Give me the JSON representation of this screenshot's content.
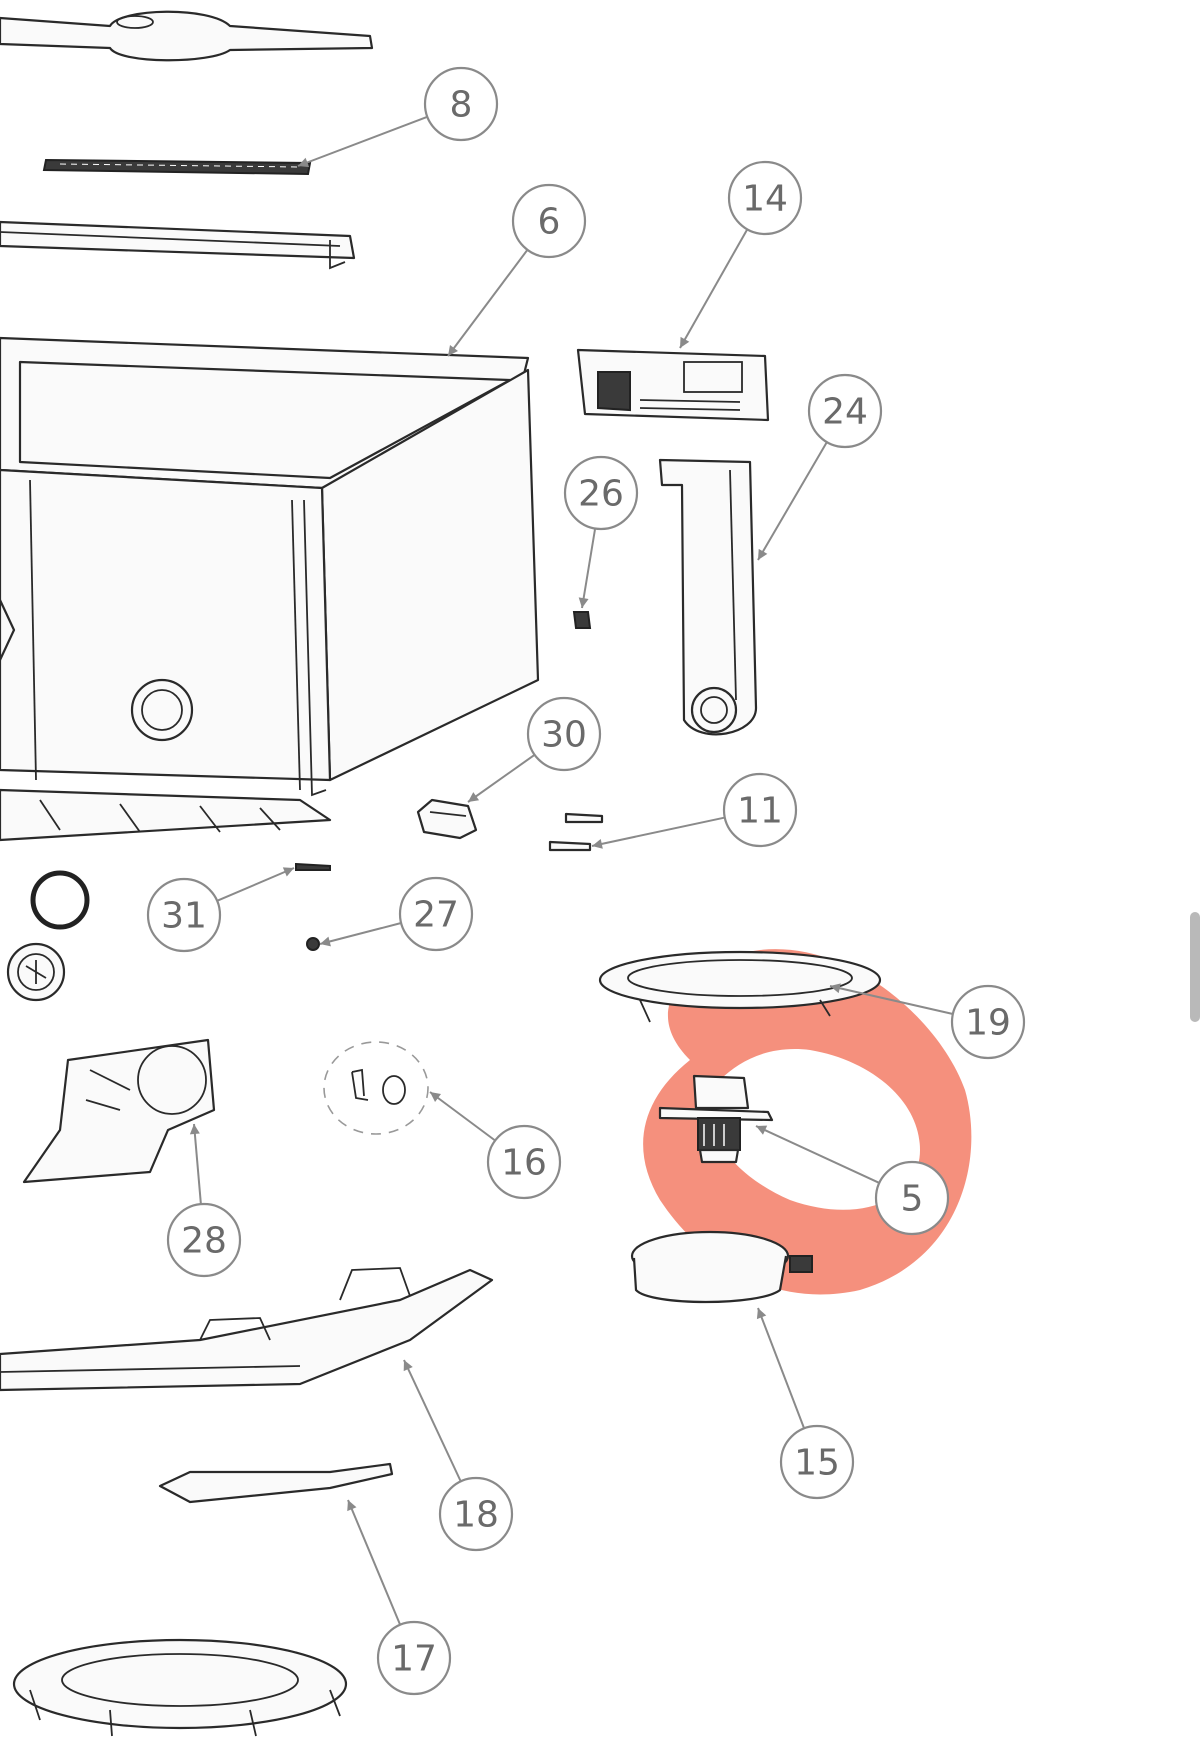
{
  "highlight": {
    "color": "#f4846f",
    "target_callout": "5"
  },
  "callouts": [
    {
      "id": "c8",
      "label": "8"
    },
    {
      "id": "c6",
      "label": "6"
    },
    {
      "id": "c14",
      "label": "14"
    },
    {
      "id": "c24",
      "label": "24"
    },
    {
      "id": "c26",
      "label": "26"
    },
    {
      "id": "c30",
      "label": "30"
    },
    {
      "id": "c11",
      "label": "11"
    },
    {
      "id": "c31",
      "label": "31"
    },
    {
      "id": "c27",
      "label": "27"
    },
    {
      "id": "c19",
      "label": "19"
    },
    {
      "id": "c16",
      "label": "16"
    },
    {
      "id": "c5",
      "label": "5"
    },
    {
      "id": "c28",
      "label": "28"
    },
    {
      "id": "c15",
      "label": "15"
    },
    {
      "id": "c18",
      "label": "18"
    },
    {
      "id": "c17",
      "label": "17"
    }
  ]
}
